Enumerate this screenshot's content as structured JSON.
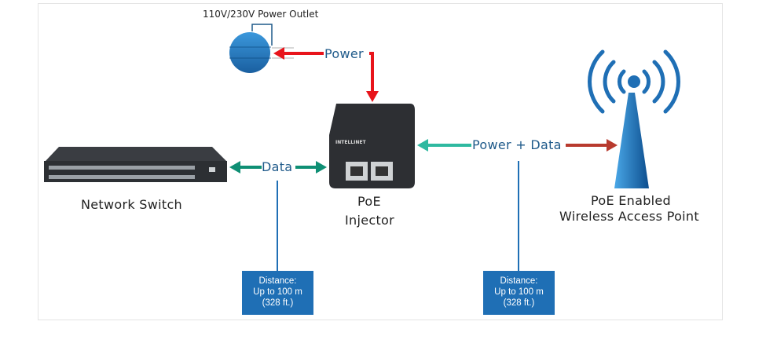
{
  "outlet_label": "110V/230V Power Outlet",
  "power_label": "Power",
  "data_label": "Data",
  "power_data_label": "Power + Data",
  "switch_label": "Network Switch",
  "injector_label_1": "PoE",
  "injector_label_2": "Injector",
  "injector_brand": "INTELLINET",
  "ap_label_1": "PoE Enabled",
  "ap_label_2": "Wireless Access Point",
  "distance_boxes": [
    {
      "line1": "Distance:",
      "line2": "Up to 100 m",
      "line3": "(328 ft.)"
    },
    {
      "line1": "Distance:",
      "line2": "Up to 100 m",
      "line3": "(328 ft.)"
    }
  ],
  "colors": {
    "power_arrow": "#e8141b",
    "data_arrow": "#0f8f74",
    "power_data_arrow": "#2fb9a0",
    "ap_arrow": "#b83a2e",
    "blue": "#1f6fb5"
  }
}
